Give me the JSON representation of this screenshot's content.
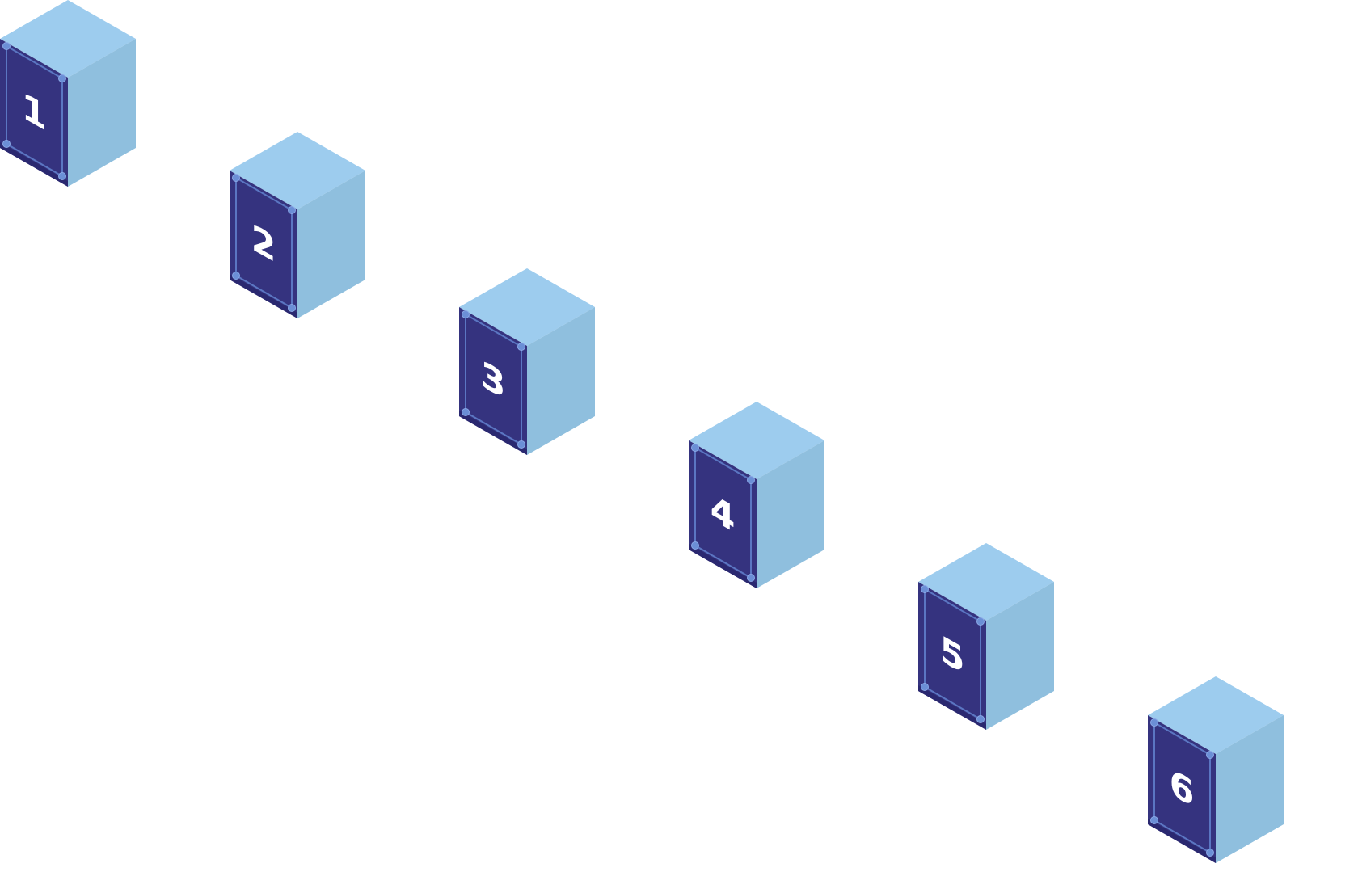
{
  "cubes": [
    {
      "label": "1"
    },
    {
      "label": "2"
    },
    {
      "label": "3"
    },
    {
      "label": "4"
    },
    {
      "label": "5"
    },
    {
      "label": "6"
    }
  ],
  "colors": {
    "top": "#9dccee",
    "side": "#8fbfde",
    "front": "#35337f",
    "front_edge": "#2a2870",
    "frame": "#5b76c2",
    "bolt": "#6b8fd6",
    "number": "#ffffff"
  }
}
